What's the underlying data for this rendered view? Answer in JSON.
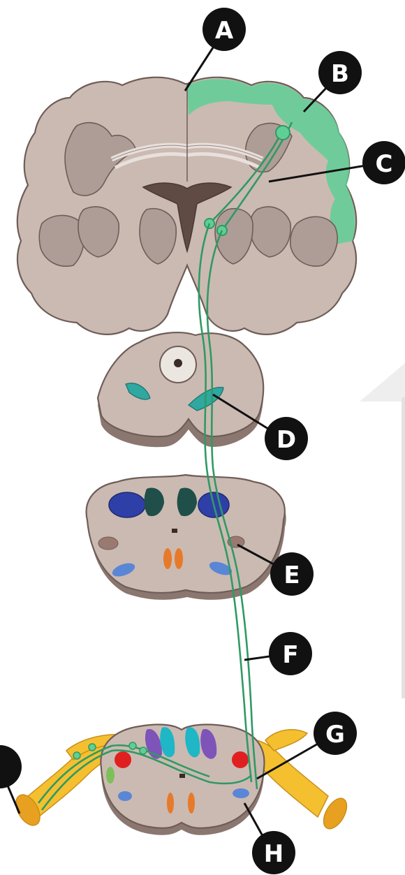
{
  "diagram": {
    "labels": [
      {
        "id": "A",
        "text": "A"
      },
      {
        "id": "B",
        "text": "B"
      },
      {
        "id": "C",
        "text": "C"
      },
      {
        "id": "D",
        "text": "D"
      },
      {
        "id": "E",
        "text": "E"
      },
      {
        "id": "F",
        "text": "F"
      },
      {
        "id": "G",
        "text": "G"
      },
      {
        "id": "H",
        "text": "H"
      },
      {
        "id": "I",
        "text": ""
      }
    ],
    "colors": {
      "tissue": "#cbbab2",
      "gray_matter": "#ad9d96",
      "motor_cortex": "#5fcf95",
      "tract": "#2f9a63",
      "nerve": "#f5c030",
      "callout": "#111111",
      "arrow": "#eeeeee"
    }
  }
}
